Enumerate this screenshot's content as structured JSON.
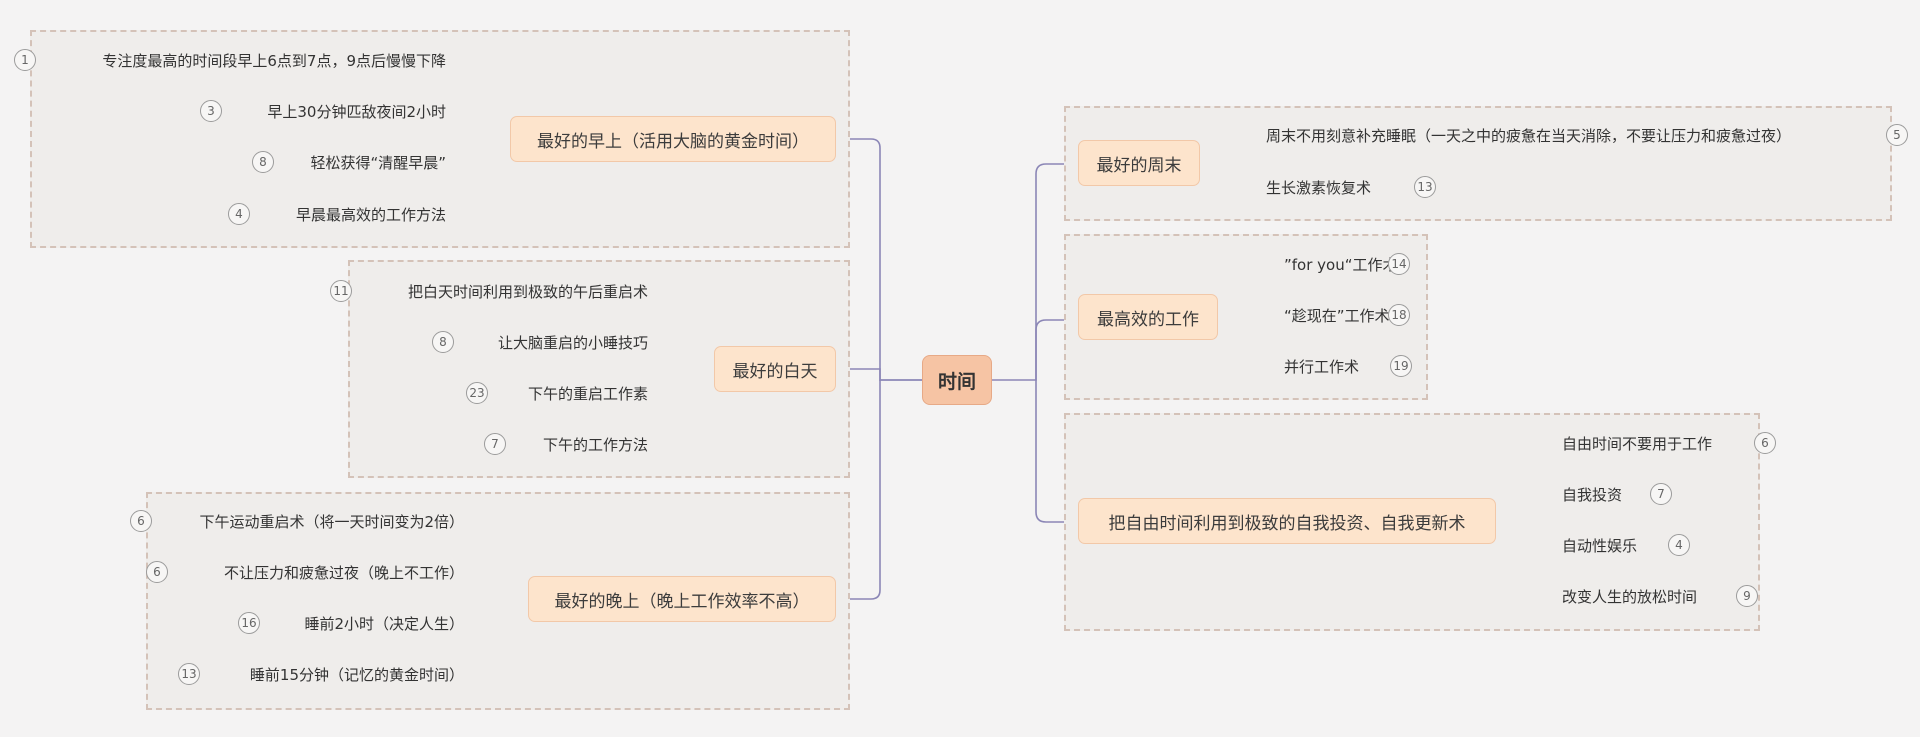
{
  "central": {
    "label": "时间"
  },
  "branches": {
    "morning": {
      "label": "最好的早上（活用大脑的黄金时间）",
      "items": [
        {
          "text": "专注度最高的时间段早上6点到7点，9点后慢慢下降",
          "badge": "1"
        },
        {
          "text": "早上30分钟匹敌夜间2小时",
          "badge": "3"
        },
        {
          "text": "轻松获得“清醒早晨”",
          "badge": "8"
        },
        {
          "text": "早晨最高效的工作方法",
          "badge": "4"
        }
      ]
    },
    "daytime": {
      "label": "最好的白天",
      "items": [
        {
          "text": "把白天时间利用到极致的午后重启术",
          "badge": "11"
        },
        {
          "text": "让大脑重启的小睡技巧",
          "badge": "8"
        },
        {
          "text": "下午的重启工作素",
          "badge": "23"
        },
        {
          "text": "下午的工作方法",
          "badge": "7"
        }
      ]
    },
    "evening": {
      "label": "最好的晚上（晚上工作效率不高）",
      "items": [
        {
          "text": "下午运动重启术（将一天时间变为2倍）",
          "badge": "6"
        },
        {
          "text": "不让压力和疲惫过夜（晚上不工作）",
          "badge": "6"
        },
        {
          "text": "睡前2小时（决定人生）",
          "badge": "16"
        },
        {
          "text": "睡前15分钟（记忆的黄金时间）",
          "badge": "13"
        }
      ]
    },
    "weekend": {
      "label": "最好的周末",
      "items": [
        {
          "text": "周末不用刻意补充睡眠（一天之中的疲惫在当天消除，不要让压力和疲惫过夜）",
          "badge": "5"
        },
        {
          "text": "生长激素恢复术",
          "badge": "13"
        }
      ]
    },
    "work": {
      "label": "最高效的工作",
      "items": [
        {
          "text": "”for you“工作术",
          "badge": "14"
        },
        {
          "text": "“趁现在”工作术",
          "badge": "18"
        },
        {
          "text": "并行工作术",
          "badge": "19"
        }
      ]
    },
    "freetime": {
      "label": "把自由时间利用到极致的自我投资、自我更新术",
      "items": [
        {
          "text": "自由时间不要用于工作",
          "badge": "6"
        },
        {
          "text": "自我投资",
          "badge": "7"
        },
        {
          "text": "自动性娱乐",
          "badge": "4"
        },
        {
          "text": "改变人生的放松时间",
          "badge": "9"
        }
      ]
    }
  },
  "colors": {
    "main_connector": "#8b86b6",
    "sub_connector": "#6a6a6a",
    "topic_fill": "#fde4cc",
    "central_fill": "#f6c4a4",
    "boundary_border": "#d4c2b8"
  }
}
